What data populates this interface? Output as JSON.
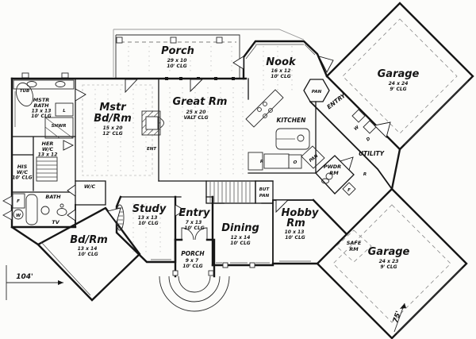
{
  "plan": {
    "rooms": {
      "porch_top": {
        "name": "Porch",
        "size": "29 x 10",
        "ceiling": "10' CLG"
      },
      "great_rm": {
        "name": "Great Rm",
        "size": "25 x 20",
        "ceiling": "VALT CLG"
      },
      "nook": {
        "name": "Nook",
        "size": "16 x 12",
        "ceiling": "10' CLG"
      },
      "garage_upper": {
        "name": "Garage",
        "size": "24 x 24",
        "ceiling": "9' CLG"
      },
      "mstr_bdrm": {
        "name": "Mstr",
        "name2": "Bd/Rm",
        "size": "15 x 20",
        "ceiling": "12' CLG"
      },
      "mstr_bath": {
        "name": "MSTR",
        "name2": "BATH",
        "size": "13 x 13",
        "ceiling": "10' CLG"
      },
      "her_wc": {
        "name": "HER",
        "name2": "W/C",
        "size": "13 x 12"
      },
      "his_wc": {
        "name": "HIS",
        "name2": "W/C",
        "ceiling": "10' CLG"
      },
      "wc_closet": {
        "name": "W/C"
      },
      "bath2": {
        "name": "BATH"
      },
      "study": {
        "name": "Study",
        "size": "13 x 13",
        "ceiling": "10' CLG"
      },
      "entry_front": {
        "name": "Entry",
        "size": "7 x 13",
        "ceiling": "10' CLG"
      },
      "porch_front": {
        "name": "PORCH",
        "size": "9 x 7",
        "ceiling": "10' CLG"
      },
      "dining": {
        "name": "Dining",
        "size": "12 x 14",
        "ceiling": "10' CLG"
      },
      "hobby": {
        "name": "Hobby",
        "name2": "Rm",
        "size": "10 x 13",
        "ceiling": "10' CLG"
      },
      "bdrm2": {
        "name": "Bd/Rm",
        "size": "13 x 14",
        "ceiling": "10' CLG"
      },
      "garage_lower": {
        "name": "Garage",
        "size": "24 x 23",
        "ceiling": "9' CLG"
      },
      "safe_rm": {
        "name": "SAFE",
        "name2": "RM"
      },
      "utility": {
        "name": "UTILITY"
      },
      "entry_rear": {
        "name": "ENTRY"
      },
      "pwdr_rm": {
        "name": "PWDR",
        "name2": "RM"
      },
      "kitchen": {
        "name": "KITCHEN"
      }
    },
    "fixtures": {
      "tub": "TUB",
      "shower": "SHWR",
      "linen": "L",
      "tv": "TV",
      "freezer": "F",
      "washer": "W",
      "dryer": "D",
      "pantry": "PAN",
      "butler_top": "BUT",
      "butler_bottom": "PAN",
      "range": "R",
      "oven": "O",
      "entertainment": "ENT",
      "utility_f": "F",
      "utility_r": "R"
    },
    "site": {
      "width": "104'",
      "depth": "75'"
    }
  }
}
